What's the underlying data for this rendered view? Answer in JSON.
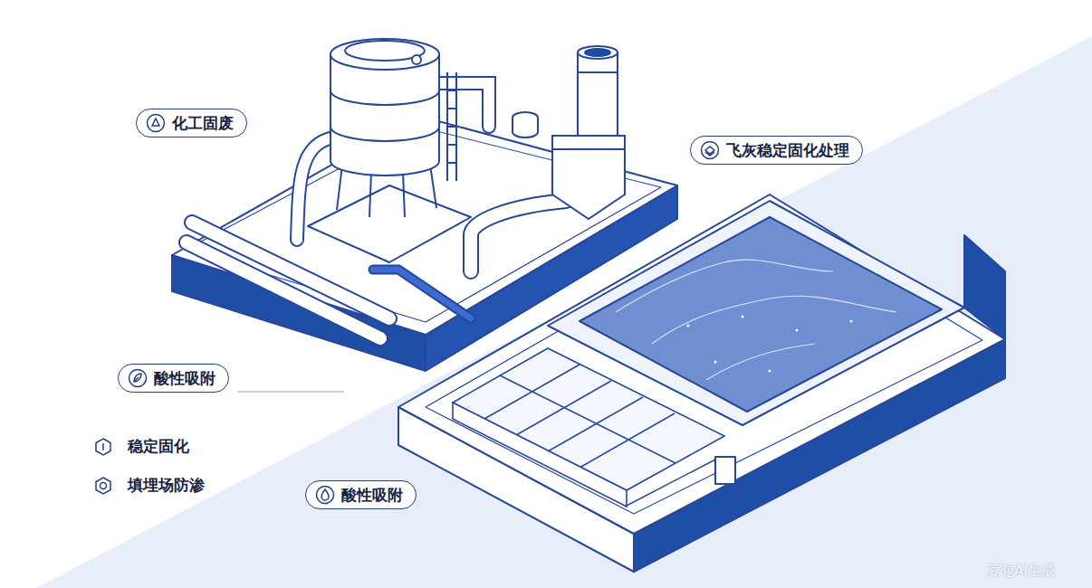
{
  "diagram": {
    "nodes": [
      {
        "text": [
          "化工固废"
        ]
      },
      {
        "text": [
          "飞灰稳定固化处理"
        ]
      },
      {
        "text": [
          "酸性吸附"
        ]
      },
      {
        "text": [
          "酸性吸附"
        ]
      }
    ],
    "labels": [
      "豆包AI生成"
    ],
    "legend": [
      {
        "text": "稳定固化"
      },
      {
        "text": "填埋场防渗"
      }
    ]
  }
}
